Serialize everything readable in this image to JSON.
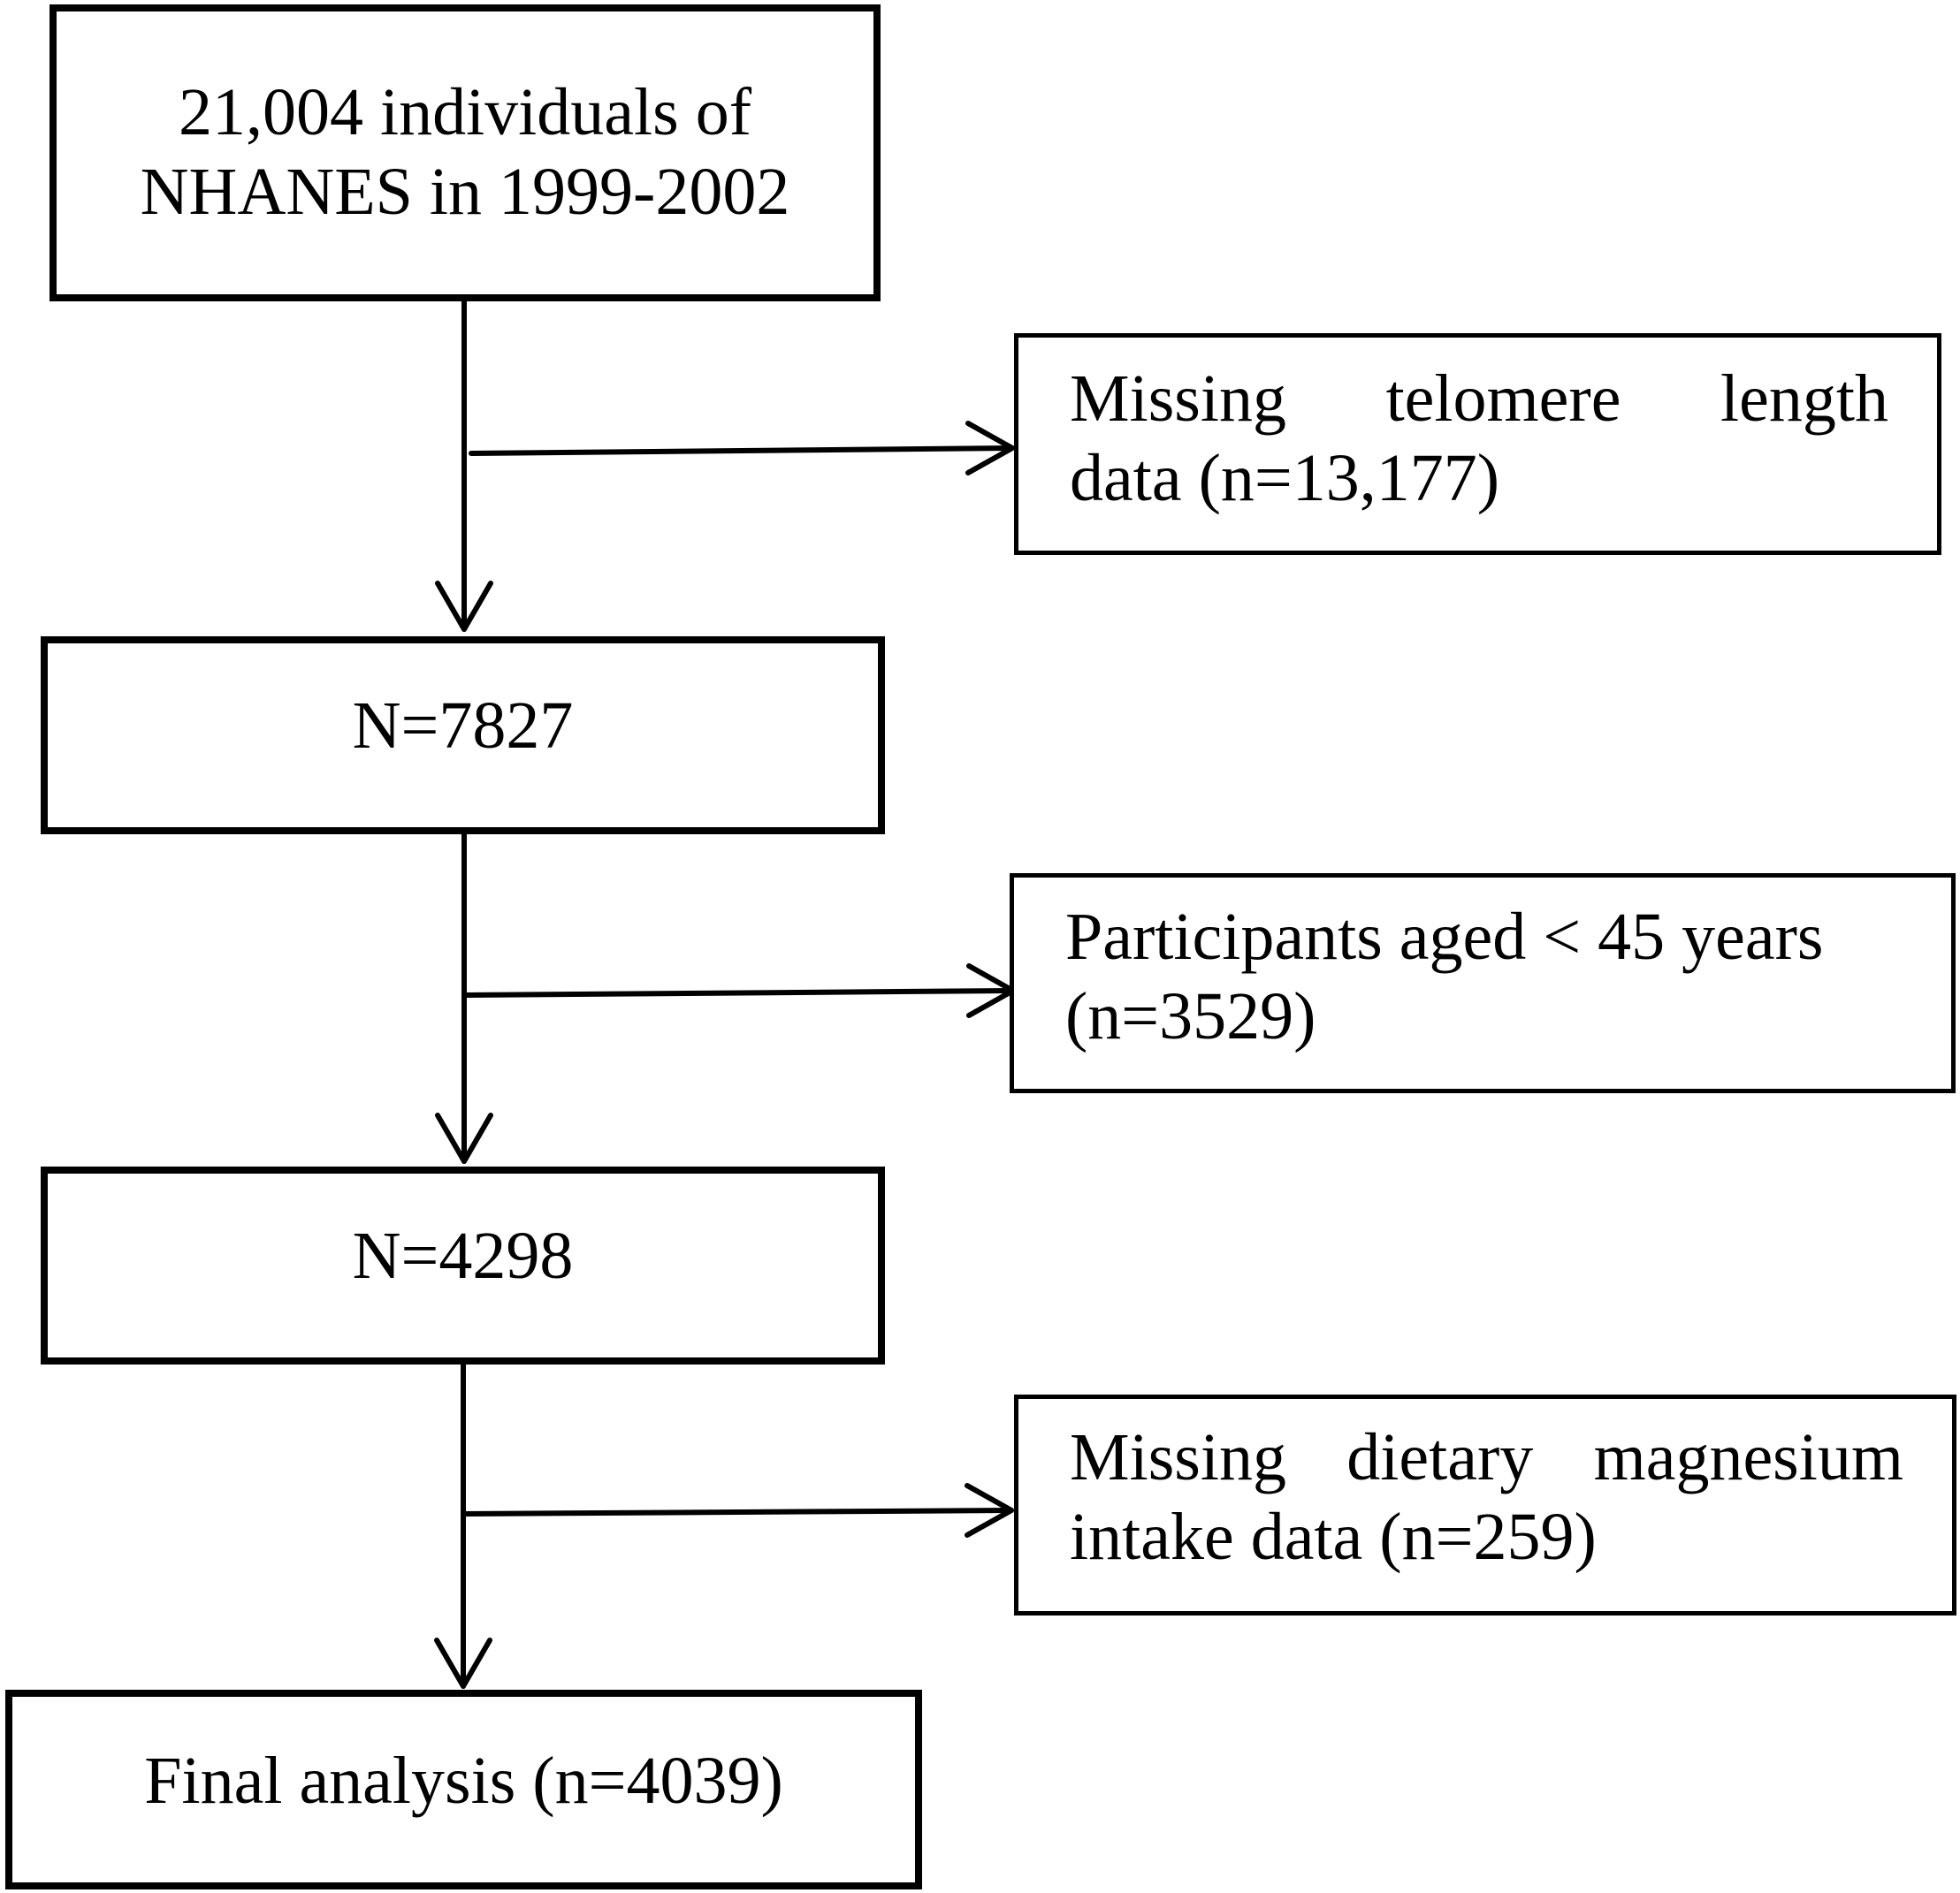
{
  "flowchart": {
    "start": {
      "line1": "21,004 individuals of",
      "line2": "NHANES in 1999-2002"
    },
    "step1": {
      "text": "N=7827"
    },
    "step2": {
      "text": "N=4298"
    },
    "final": {
      "text": "Final analysis (n=4039)"
    },
    "exclusion1": {
      "line1": "Missing telomere length",
      "line2": "data (n=13,177)"
    },
    "exclusion2": {
      "line1": "Participants aged < 45 years",
      "line2": "(n=3529)"
    },
    "exclusion3": {
      "line1": "Missing dietary magnesium",
      "line2": "intake data (n=259)"
    }
  },
  "colors": {
    "stroke": "#000000",
    "background": "#ffffff"
  }
}
